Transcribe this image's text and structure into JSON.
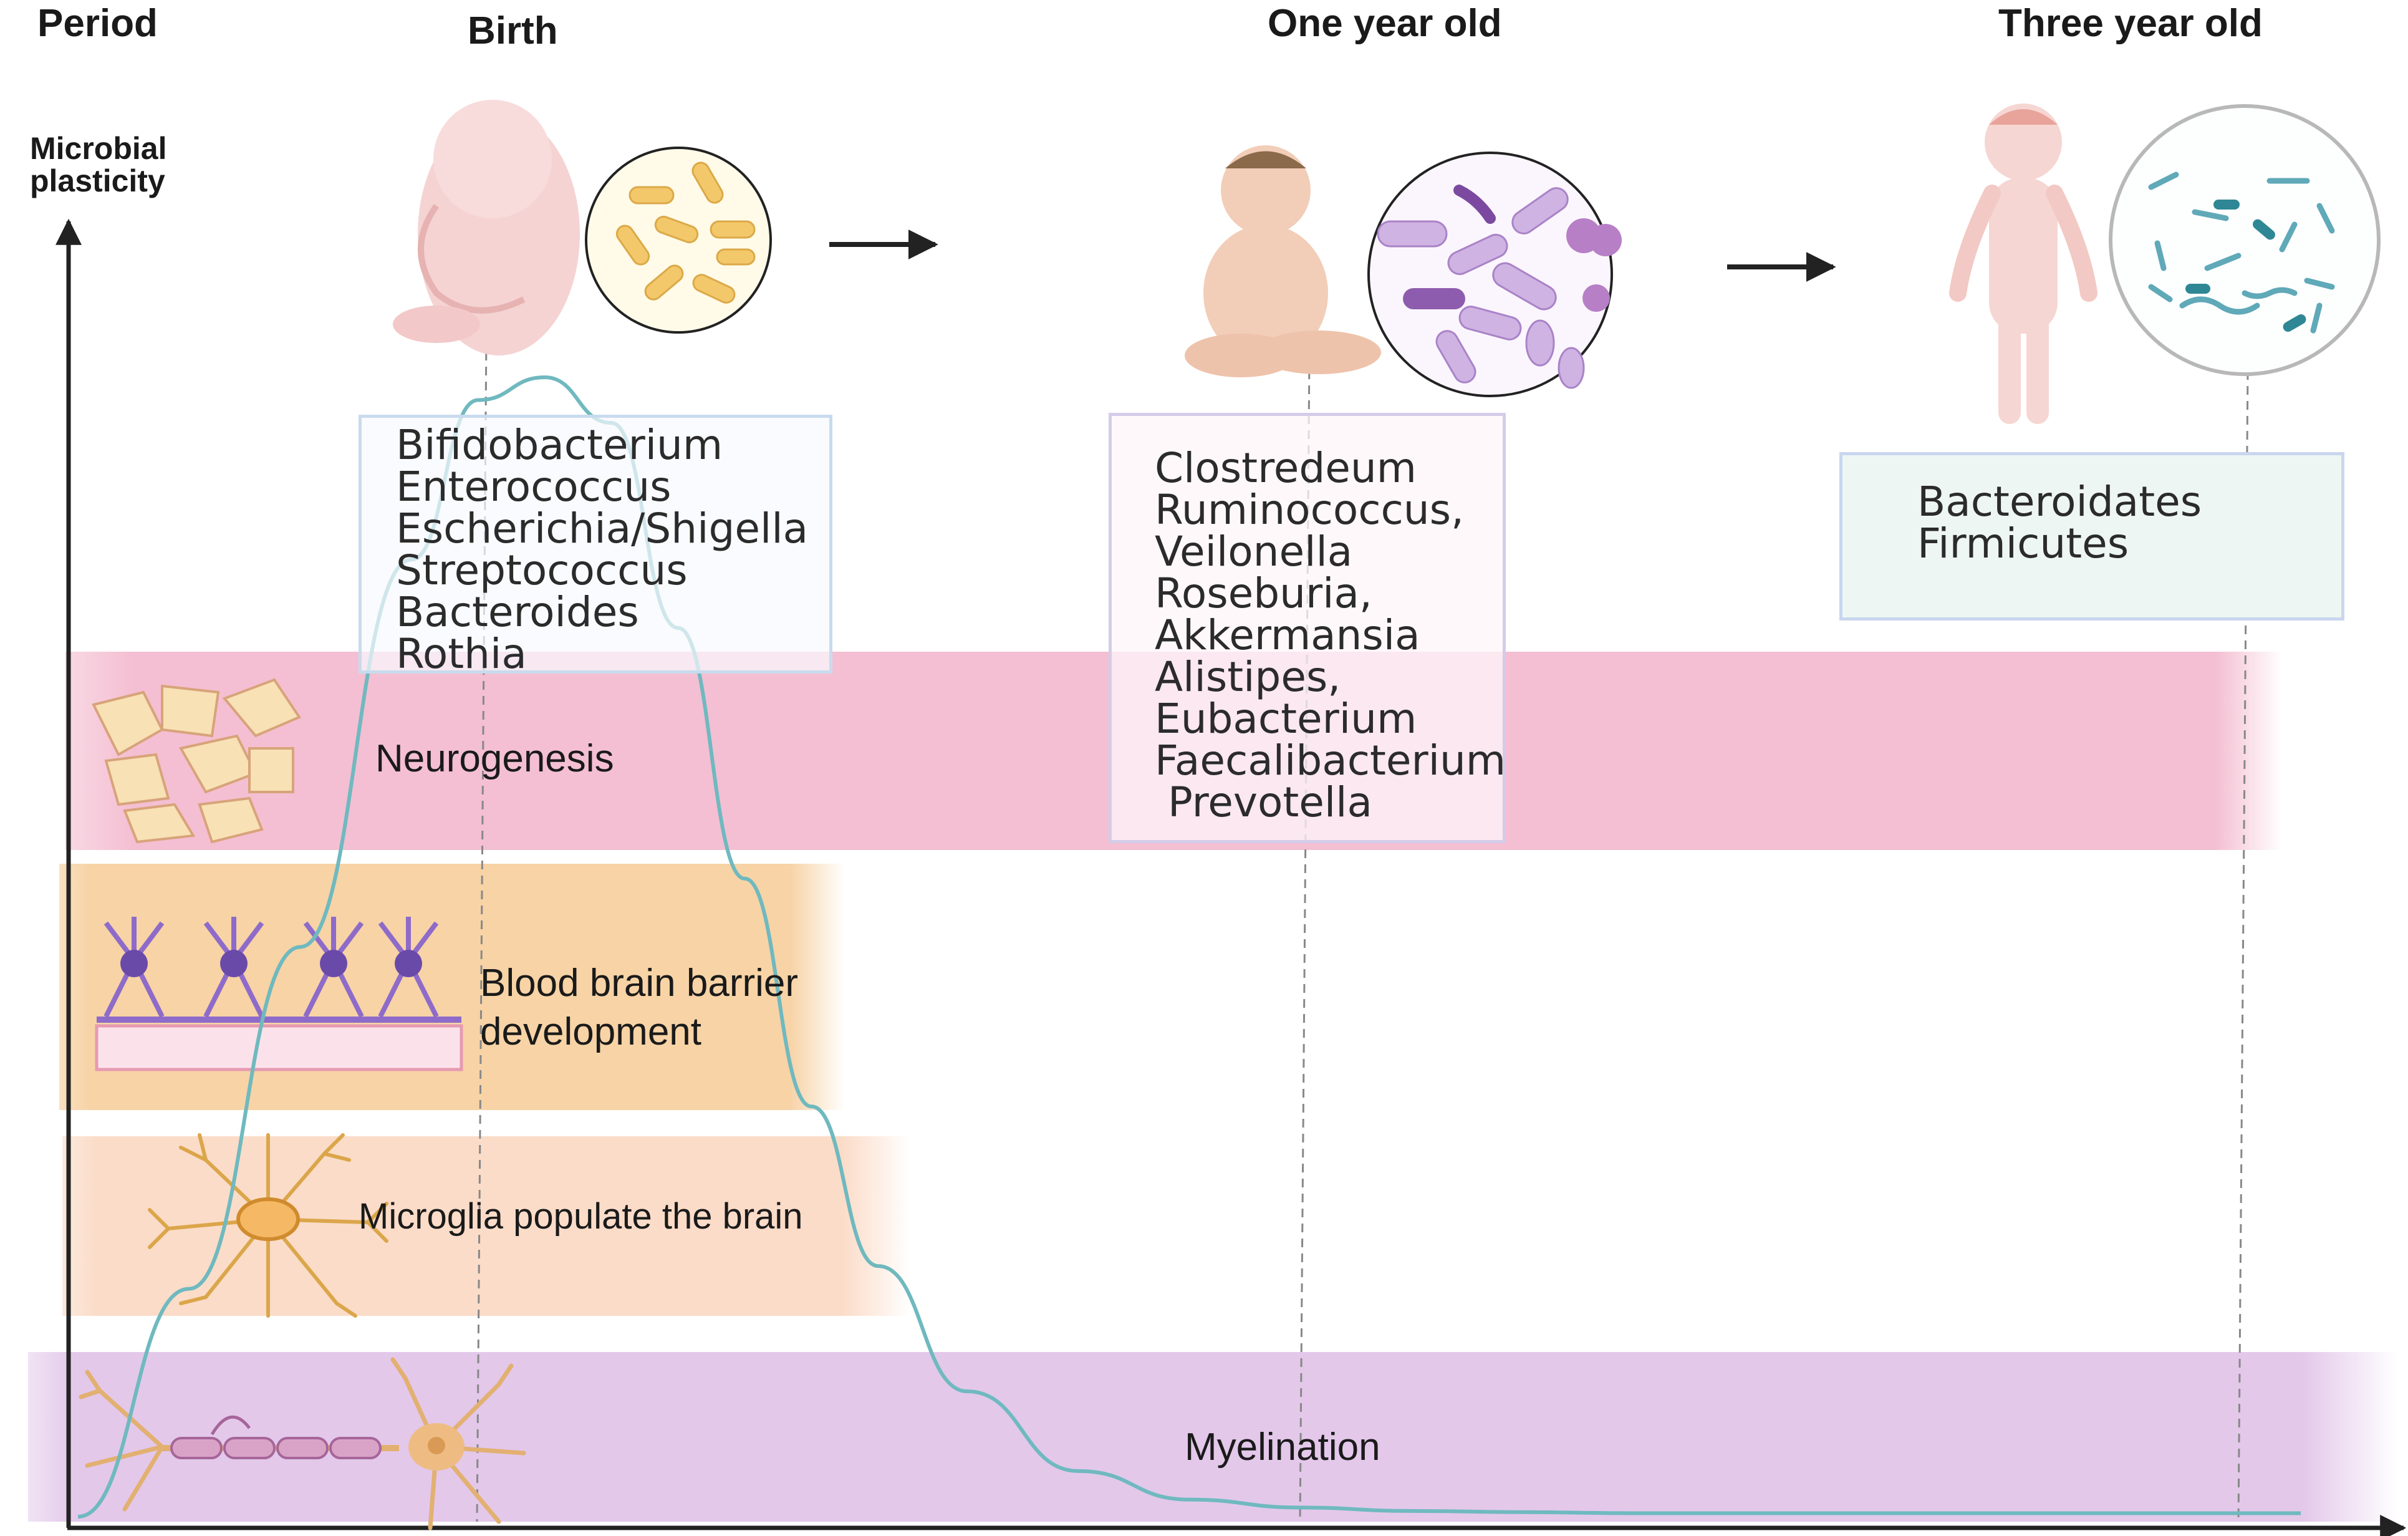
{
  "headers": {
    "period": "Period",
    "birth": "Birth",
    "one_year": "One year old",
    "three_year": "Three year old"
  },
  "y_axis_label": [
    "Microbial",
    "plasticity"
  ],
  "microbe_lists": {
    "birth": [
      "Bifidobacterium",
      "Enterococcus",
      "Escherichia/Shigella",
      "Streptococcus",
      "Bacteroides",
      "Rothia"
    ],
    "one_year": [
      "Clostredeum",
      "Ruminococcus,",
      "Veilonella",
      "Roseburia,",
      "Akkermansia",
      "Alistipes,",
      "Eubacterium",
      "Faecalibacterium",
      " Prevotella"
    ],
    "three_year": [
      "Bacteroidates",
      "Firmicutes"
    ]
  },
  "bands": {
    "neurogenesis": "Neurogenesis",
    "bbb": [
      "Blood brain barrier",
      "development"
    ],
    "microglia": "Microglia populate the brain",
    "myelination": "Myelination"
  },
  "colors": {
    "neurogenesis_band": "#f4bfd2",
    "bbb_band": "#f7d3a6",
    "microglia_band": "#fbdcc8",
    "myelination_band": "#e3c8ea",
    "curve": "#6fb9bf",
    "birth_box_border": "#c8dbee",
    "one_year_box_border": "#d4cce8",
    "three_year_box_border": "#c9d6ee",
    "three_year_box_fill": "#eef6f4"
  },
  "chart_data": {
    "type": "line",
    "title": "",
    "xlabel": "",
    "ylabel": "Microbial plasticity",
    "series": [
      {
        "x": [
          0,
          0.05,
          0.1,
          0.15,
          0.18,
          0.21,
          0.24,
          0.27,
          0.3,
          0.33,
          0.36,
          0.4,
          0.45,
          0.5,
          0.55,
          0.6,
          0.65,
          0.7,
          0.8,
          0.9,
          1.0
        ],
        "values": [
          0.0,
          0.2,
          0.5,
          0.84,
          0.98,
          1.0,
          0.96,
          0.78,
          0.56,
          0.36,
          0.22,
          0.11,
          0.04,
          0.015,
          0.008,
          0.005,
          0.004,
          0.003,
          0.003,
          0.003,
          0.003
        ]
      }
    ]
  }
}
